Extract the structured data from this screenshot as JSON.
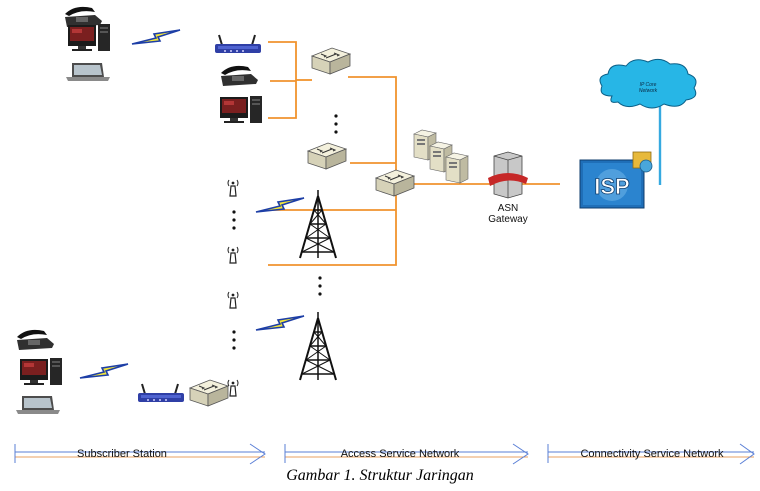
{
  "labels": {
    "asn_gateway_line1": "ASN",
    "asn_gateway_line2": "Gateway",
    "cloud_line1": "IP Core",
    "cloud_line2": "Network",
    "isp": "ISP"
  },
  "sections": {
    "subscriber": "Subscriber Station",
    "access": "Access Service Network",
    "connectivity": "Connectivity Service Network"
  },
  "caption": "Gambar 1. Struktur Jaringan",
  "colors": {
    "link_orange": "#f0932e",
    "link_blue": "#35a9e0",
    "cloud": "#27b6e6",
    "arrow_blue": "#5a7fd6",
    "arrow_orange": "#e8a060",
    "wireless_blue": "#1d3ea6",
    "wireless_yellow": "#f2e63a",
    "isp_blue": "#1f6fb8"
  }
}
